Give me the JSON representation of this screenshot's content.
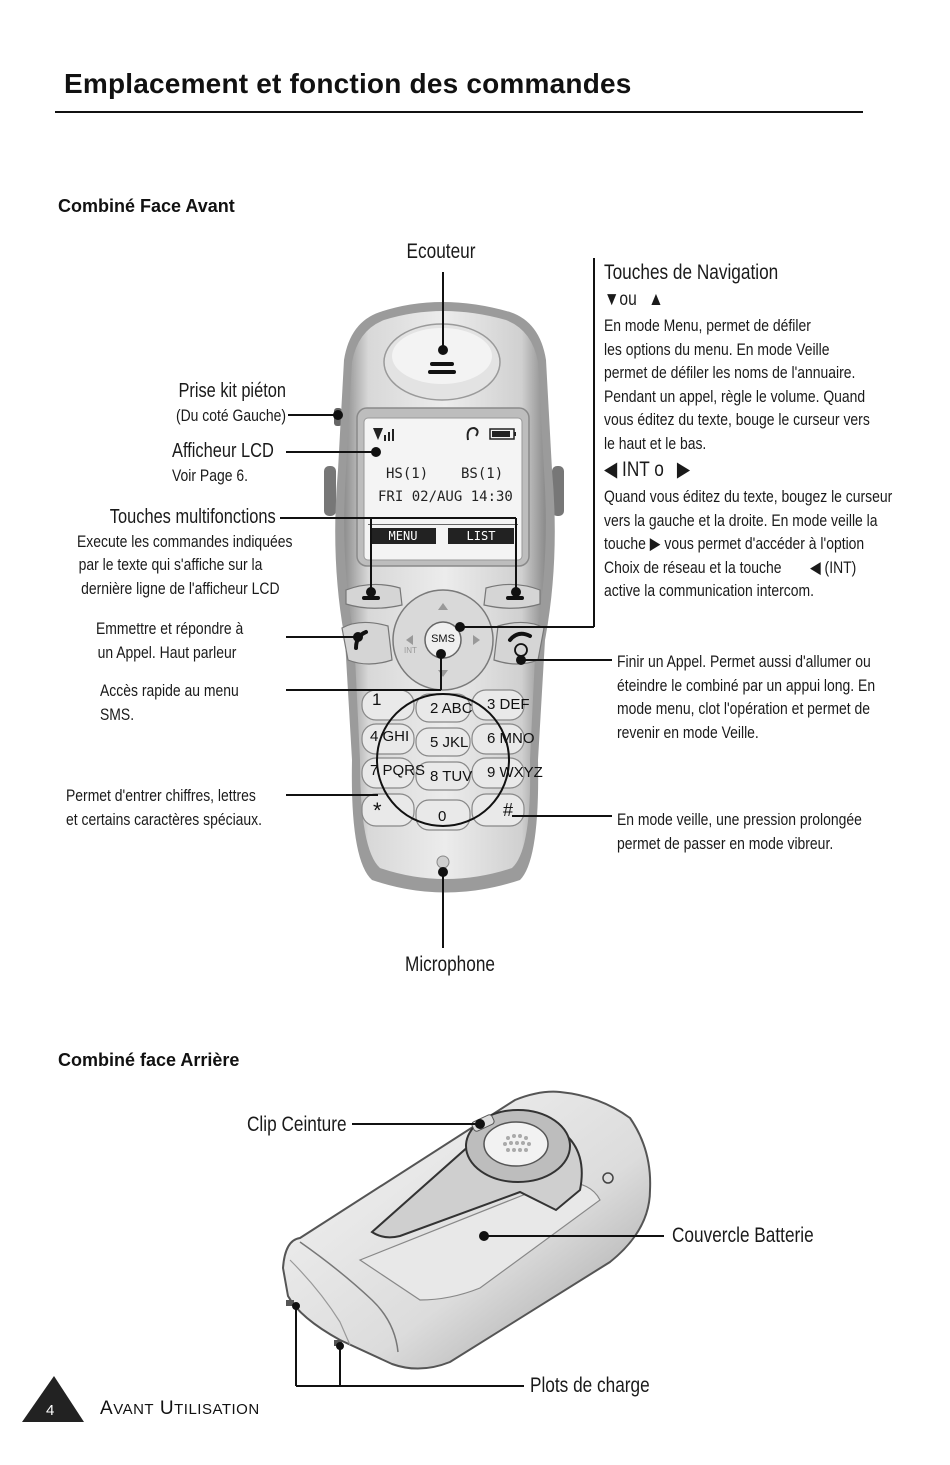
{
  "page": {
    "title": "Emplacement et fonction des commandes",
    "section_front": "Combiné Face Avant",
    "section_back": "Combiné face Arrière"
  },
  "front_labels": {
    "ecouteur": "Ecouteur",
    "kit_pieton": [
      "Prise kit piéton",
      "(Du coté Gauche)"
    ],
    "afficheur": [
      "Afficheur LCD",
      "Voir Page 6."
    ],
    "multifonctions": [
      "Touches multifonctions",
      "Execute les commandes indiquées",
      "par le texte qui s'affiche sur la",
      "dernière ligne de l'afficheur LCD"
    ],
    "emettre": [
      "Emmettre et répondre à",
      "un Appel. Haut parleur"
    ],
    "sms": [
      "Accès rapide au menu",
      "SMS."
    ],
    "chiffres": [
      "Permet d'entrer chiffres, lettres",
      "et certains caractères spéciaux."
    ],
    "microphone": "Microphone",
    "navigation_title": "Touches de Navigation",
    "nav_updown_ou": "ou",
    "nav_updown_text": [
      "En mode Menu, permet de défiler",
      "les options du menu. En mode Veille",
      "permet de défiler les noms de l'annuaire.",
      "Pendant un appel, règle le volume. Quand",
      "vous éditez du texte, bouge le curseur vers",
      "le haut et le bas."
    ],
    "nav_lr_int": "INT o",
    "nav_lr_text_1": "Quand vous éditez du texte, bougez le curseur",
    "nav_lr_text_2": "vers la gauche et la droite. En mode veille la",
    "nav_lr_text_3a": "touche",
    "nav_lr_text_3b": "vous permet d'accéder à l'option",
    "nav_lr_text_4a": "Choix de réseau et la touche",
    "nav_lr_text_4b": "(INT)",
    "nav_lr_text_5": "active la communication intercom.",
    "finir": [
      "Finir un Appel. Permet aussi d'allumer ou",
      "éteindre le combiné par un appui long. En",
      "mode menu, clot l'opération et permet de",
      "revenir en mode Veille."
    ],
    "vibreur": [
      "En mode veille, une pression prolongée",
      "permet de passer en mode vibreur."
    ]
  },
  "lcd": {
    "hs": "HS(1)",
    "bs": "BS(1)",
    "datetime": "FRI 02/AUG 14:30",
    "softkey_left": "MENU",
    "softkey_right": "LIST"
  },
  "keypad": {
    "center": "SMS",
    "int": "INT",
    "keys": [
      "1",
      "2 ABC",
      "3 DEF",
      "4 GHI",
      "5 JKL",
      "6 MNO",
      "7 PQRS",
      "8 TUV",
      "9 WXYZ",
      "*",
      "0",
      "#"
    ]
  },
  "back_labels": {
    "clip": "Clip Ceinture",
    "couvercle": "Couvercle Batterie",
    "plots": "Plots de charge"
  },
  "footer": {
    "page_number": "4",
    "section_big_a": "A",
    "section_small_a": "VANT",
    "section_big_u": "U",
    "section_small_u": "TILISATION"
  }
}
